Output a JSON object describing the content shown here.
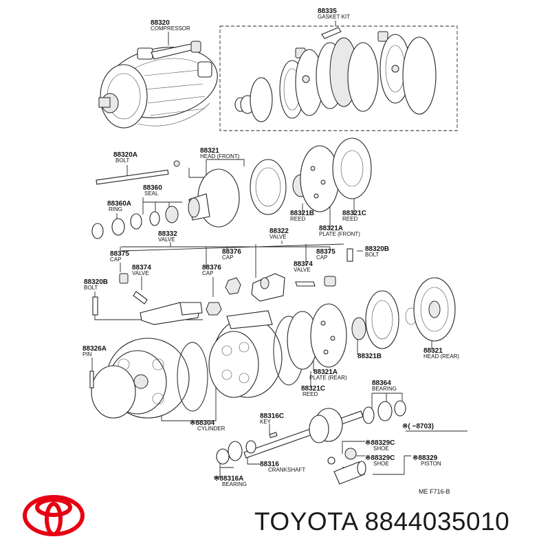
{
  "parts": [
    {
      "key": "compressor",
      "number": "88320",
      "name": "COMPRESSOR"
    },
    {
      "key": "gasket_kit",
      "number": "88335",
      "name": "GASKET KIT"
    },
    {
      "key": "bolt_a",
      "number": "88320A",
      "name": "BOLT"
    },
    {
      "key": "head_front",
      "number": "88321",
      "name": "HEAD (FRONT)"
    },
    {
      "key": "seal",
      "number": "88360",
      "name": "SEAL"
    },
    {
      "key": "ring",
      "number": "88360A",
      "name": "RING"
    },
    {
      "key": "reed_b_front",
      "number": "88321B",
      "name": "REED"
    },
    {
      "key": "reed_c_front",
      "number": "88321C",
      "name": "REED"
    },
    {
      "key": "plate_front",
      "number": "88321A",
      "name": "PLATE (FRONT)"
    },
    {
      "key": "valve_332",
      "number": "88332",
      "name": "VALVE"
    },
    {
      "key": "valve_322",
      "number": "88322",
      "name": "VALVE"
    },
    {
      "key": "cap_375_l",
      "number": "88375",
      "name": "CAP"
    },
    {
      "key": "valve_374_l",
      "number": "88374",
      "name": "VALVE"
    },
    {
      "key": "cap_376_l",
      "number": "88376",
      "name": "CAP"
    },
    {
      "key": "cap_376_r",
      "number": "88376",
      "name": "CAP"
    },
    {
      "key": "valve_374_r",
      "number": "88374",
      "name": "VALVE"
    },
    {
      "key": "cap_375_r",
      "number": "88375",
      "name": "CAP"
    },
    {
      "key": "bolt_b_r",
      "number": "88320B",
      "name": "BOLT"
    },
    {
      "key": "bolt_b_l",
      "number": "88320B",
      "name": "BOLT"
    },
    {
      "key": "pin",
      "number": "88326A",
      "name": "PIN"
    },
    {
      "key": "reed_b_rear",
      "number": "88321B",
      "name": ""
    },
    {
      "key": "head_rear",
      "number": "88321",
      "name": "HEAD (REAR)"
    },
    {
      "key": "plate_rear",
      "number": "88321A",
      "name": "PLATE (REAR)"
    },
    {
      "key": "reed_c_rear",
      "number": "88321C",
      "name": "REED"
    },
    {
      "key": "bearing_364",
      "number": "88364",
      "name": "BEARING"
    },
    {
      "key": "cylinder",
      "number": "※88304",
      "name": "CYLINDER"
    },
    {
      "key": "key",
      "number": "88316C",
      "name": "KEY"
    },
    {
      "key": "shoe_a",
      "number": "※88329C",
      "name": "SHOE"
    },
    {
      "key": "shoe_b",
      "number": "※88329C",
      "name": "SHOE"
    },
    {
      "key": "piston",
      "number": "※88329",
      "name": "PISTON"
    },
    {
      "key": "crankshaft",
      "number": "88316",
      "name": "CRANKSHAFT"
    },
    {
      "key": "bearing_316a",
      "number": "※88316A",
      "name": "BEARING"
    }
  ],
  "note": "※(    −8703)",
  "figure_code": "ME  F716-B",
  "brand": {
    "name": "TOYOTA 8844035010",
    "logo_color": "#e60012"
  }
}
